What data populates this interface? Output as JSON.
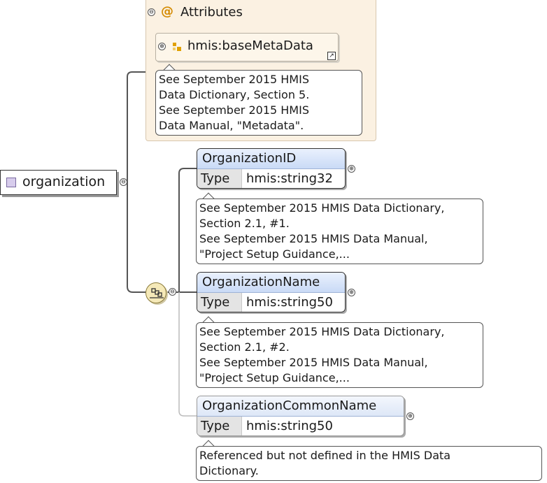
{
  "attributes": {
    "title": "Attributes",
    "at_symbol": "@",
    "ref_name": "hmis:baseMetaData",
    "note": [
      "See September 2015 HMIS",
      "Data Dictionary, Section 5.",
      "See September 2015 HMIS",
      "Data Manual, \"Metadata\"."
    ]
  },
  "root": {
    "label": "organization"
  },
  "type_label": "Type",
  "elements": [
    {
      "name": "OrganizationID",
      "type": "hmis:string32",
      "note": [
        "See September 2015 HMIS Data Dictionary,",
        "Section 2.1, #1.",
        "See September 2015 HMIS Data Manual,",
        "\"Project Setup Guidance,..."
      ]
    },
    {
      "name": "OrganizationName",
      "type": "hmis:string50",
      "note": [
        "See September 2015 HMIS Data Dictionary,",
        "Section 2.1, #2.",
        "See September 2015 HMIS Data Manual,",
        "\"Project Setup Guidance,..."
      ]
    },
    {
      "name": "OrganizationCommonName",
      "type": "hmis:string50",
      "note": [
        "Referenced but not defined in the HMIS Data",
        "Dictionary."
      ]
    }
  ],
  "icons": {
    "collapse": "⊖",
    "expand": "⊕",
    "attr_ref_icon": "attribute-group-icon",
    "ref_arrow": "↗",
    "sequence": "sequence-compositor-icon"
  }
}
